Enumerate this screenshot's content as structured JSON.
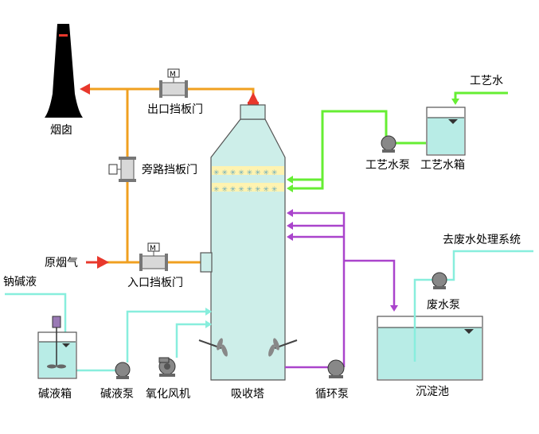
{
  "labels": {
    "chimney": "烟囱",
    "outlet_damper": "出口挡板门",
    "bypass_damper": "旁路挡板门",
    "raw_flue_gas": "原烟气",
    "inlet_damper": "入口挡板门",
    "sodium_alkali": "钠碱液",
    "alkali_tank": "碱液箱",
    "alkali_pump": "碱液泵",
    "oxidation_fan": "氧化风机",
    "absorption_tower": "吸收塔",
    "circulation_pump": "循环泵",
    "sedimentation_tank": "沉淀池",
    "process_water_pump": "工艺水泵",
    "process_water_tank": "工艺水箱",
    "process_water": "工艺水",
    "wastewater_pump": "废水泵",
    "to_wastewater_treatment": "去废水处理系统",
    "motor_mark": "M"
  },
  "colors": {
    "flue_gas": "#f0a020",
    "arrow_red": "#e8382c",
    "process_water_line": "#66ee33",
    "circulation_line": "#aa44cc",
    "alkali_line": "#88eedd",
    "tower_fill": "#cdeee9",
    "tank_water": "#b8ece6",
    "packing": "#fff3b0",
    "equipment_gray": "#808080"
  }
}
